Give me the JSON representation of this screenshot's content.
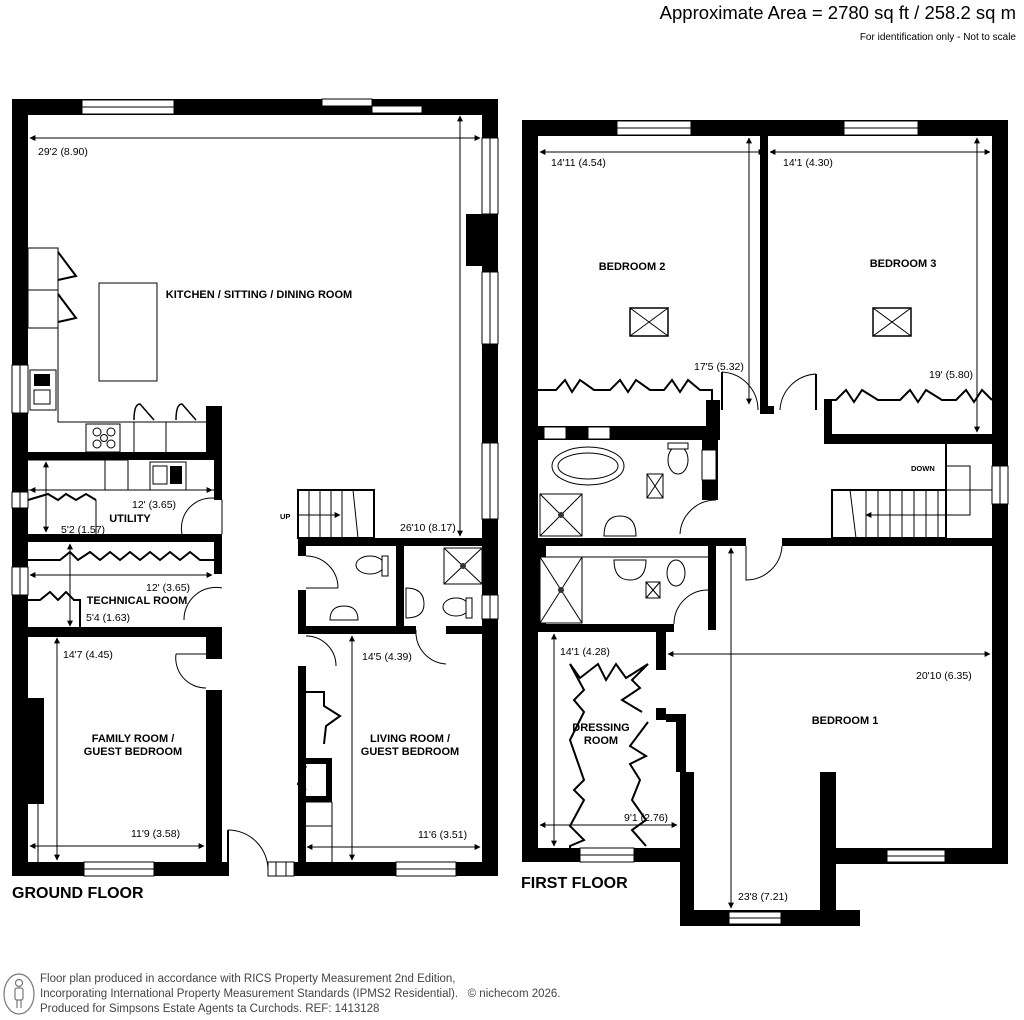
{
  "header": {
    "area": "Approximate Area = 2780 sq ft / 258.2 sq m",
    "note": "For identification only - Not to scale"
  },
  "ground_floor": {
    "label": "GROUND FLOOR",
    "rooms": {
      "kitchen": {
        "name": "KITCHEN / SITTING / DINING ROOM",
        "width": "29'2 (8.90)",
        "length": "26'10 (8.17)"
      },
      "utility": {
        "name": "UTILITY",
        "width": "12' (3.65)",
        "length": "5'2 (1.57)"
      },
      "technical": {
        "name": "TECHNICAL ROOM",
        "width": "12' (3.65)",
        "length": "5'4 (1.63)"
      },
      "family": {
        "name_line1": "FAMILY ROOM /",
        "name_line2": "GUEST BEDROOM",
        "length": "14'7 (4.45)",
        "width": "11'9 (3.58)"
      },
      "living": {
        "name_line1": "LIVING ROOM /",
        "name_line2": "GUEST BEDROOM",
        "length": "14'5 (4.39)",
        "width": "11'6 (3.51)"
      }
    },
    "stairs_label": "UP"
  },
  "first_floor": {
    "label": "FIRST FLOOR",
    "rooms": {
      "bedroom2": {
        "name": "BEDROOM 2",
        "width": "14'11 (4.54)",
        "length": "17'5 (5.32)"
      },
      "bedroom3": {
        "name": "BEDROOM 3",
        "width": "14'1 (4.30)",
        "length": "19' (5.80)"
      },
      "bedroom1": {
        "name": "BEDROOM 1",
        "width": "20'10 (6.35)",
        "length": "23'8 (7.21)"
      },
      "dressing": {
        "name_line1": "DRESSING",
        "name_line2": "ROOM",
        "length": "14'1 (4.28)",
        "width": "9'1 (2.76)"
      }
    },
    "stairs_label": "DOWN"
  },
  "footer": {
    "line1": "Floor plan produced in accordance with RICS Property Measurement 2nd Edition,",
    "line2": "Incorporating International Property Measurement Standards (IPMS2 Residential).",
    "copyright": "© nichecom 2026.",
    "line3": "Produced for Simpsons Estate Agents ta Curchods.   REF: 1413128"
  },
  "colors": {
    "wall": "#000000",
    "background": "#ffffff",
    "footer_text": "#444444"
  }
}
